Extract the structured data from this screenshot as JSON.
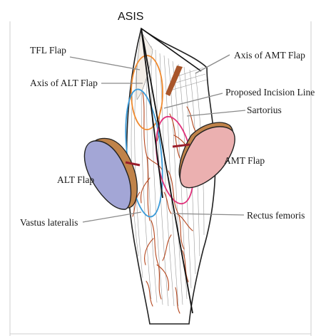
{
  "figure": {
    "landmark": "ASIS",
    "labels": {
      "tfl_flap": "TFL Flap",
      "axis_alt_flap": "Axis of ALT Flap",
      "axis_amt_flap": "Axis of AMT Flap",
      "proposed_incision": "Proposed Incision Line",
      "sartorius": "Sartorius",
      "amt_flap": "AMT Flap",
      "alt_flap": "ALT Flap",
      "vastus_lateralis": "Vastus lateralis",
      "rectus_femoris": "Rectus femoris"
    },
    "colors": {
      "alt_flap_fill": "#a3a6d6",
      "amt_flap_fill": "#ebb0b0",
      "flap_rim": "#c0834a",
      "tfl_outline": "#f08a2e",
      "alt_outline": "#3a9ad8",
      "amt_outline": "#e0307a",
      "pedicle": "#9a1e2c",
      "vessels": "#b5471e"
    }
  }
}
